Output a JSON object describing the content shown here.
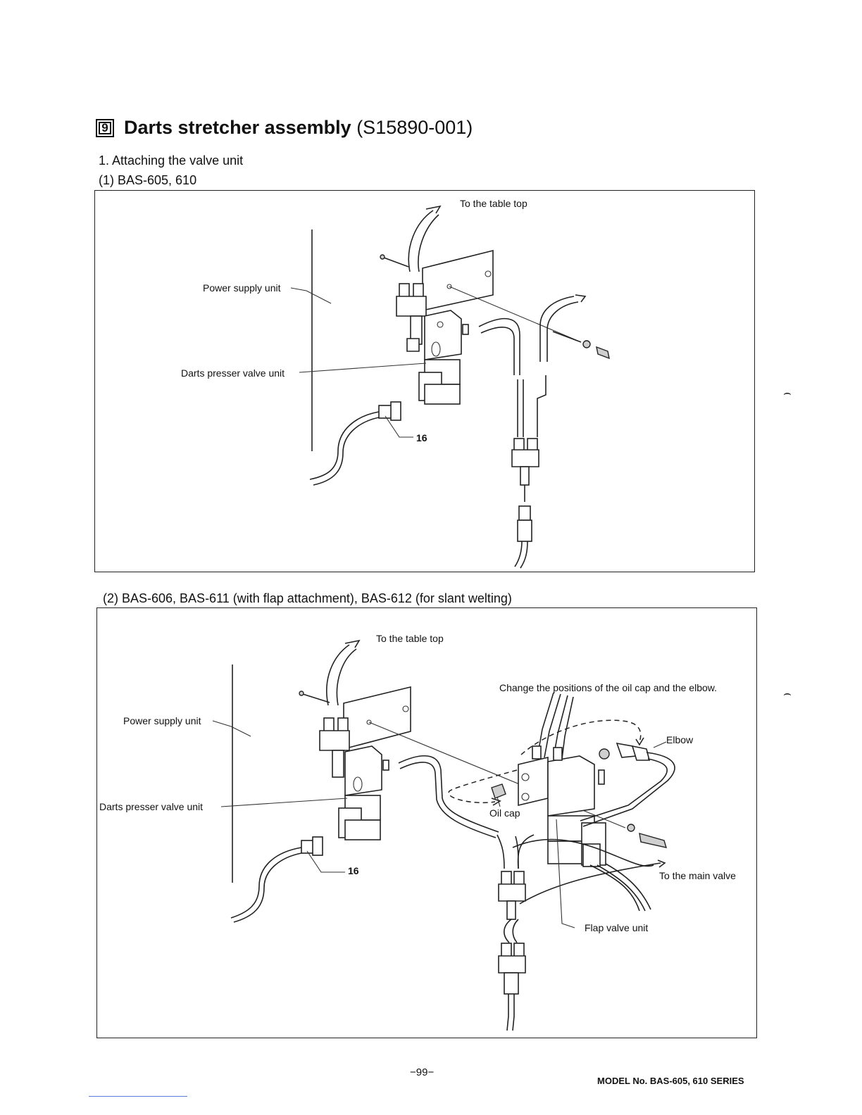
{
  "header": {
    "section_number": "9",
    "title": "Darts stretcher assembly",
    "part_no": "(S15890-001)"
  },
  "steps": {
    "step1": "1. Attaching the valve unit",
    "sub1": "(1)  BAS-605, 610",
    "sub2": "(2)  BAS-606, BAS-611 (with flap attachment), BAS-612 (for slant welting)"
  },
  "figure1": {
    "to_table_top": "To the table top",
    "power_supply_unit": "Power supply unit",
    "darts_presser_valve_unit": "Darts presser valve unit",
    "ref_16": "16"
  },
  "figure2": {
    "to_table_top": "To the table top",
    "change_note": "Change the positions of the oil cap and the elbow.",
    "power_supply_unit": "Power supply unit",
    "elbow": "Elbow",
    "darts_presser_valve_unit": "Darts presser valve unit",
    "oil_cap": "Oil cap",
    "to_main_valve": "To the main valve",
    "ref_16": "16",
    "flap_valve_unit": "Flap valve unit"
  },
  "footer": {
    "page_number": "−99−",
    "model": "MODEL No. BAS-605, 610 SERIES"
  }
}
